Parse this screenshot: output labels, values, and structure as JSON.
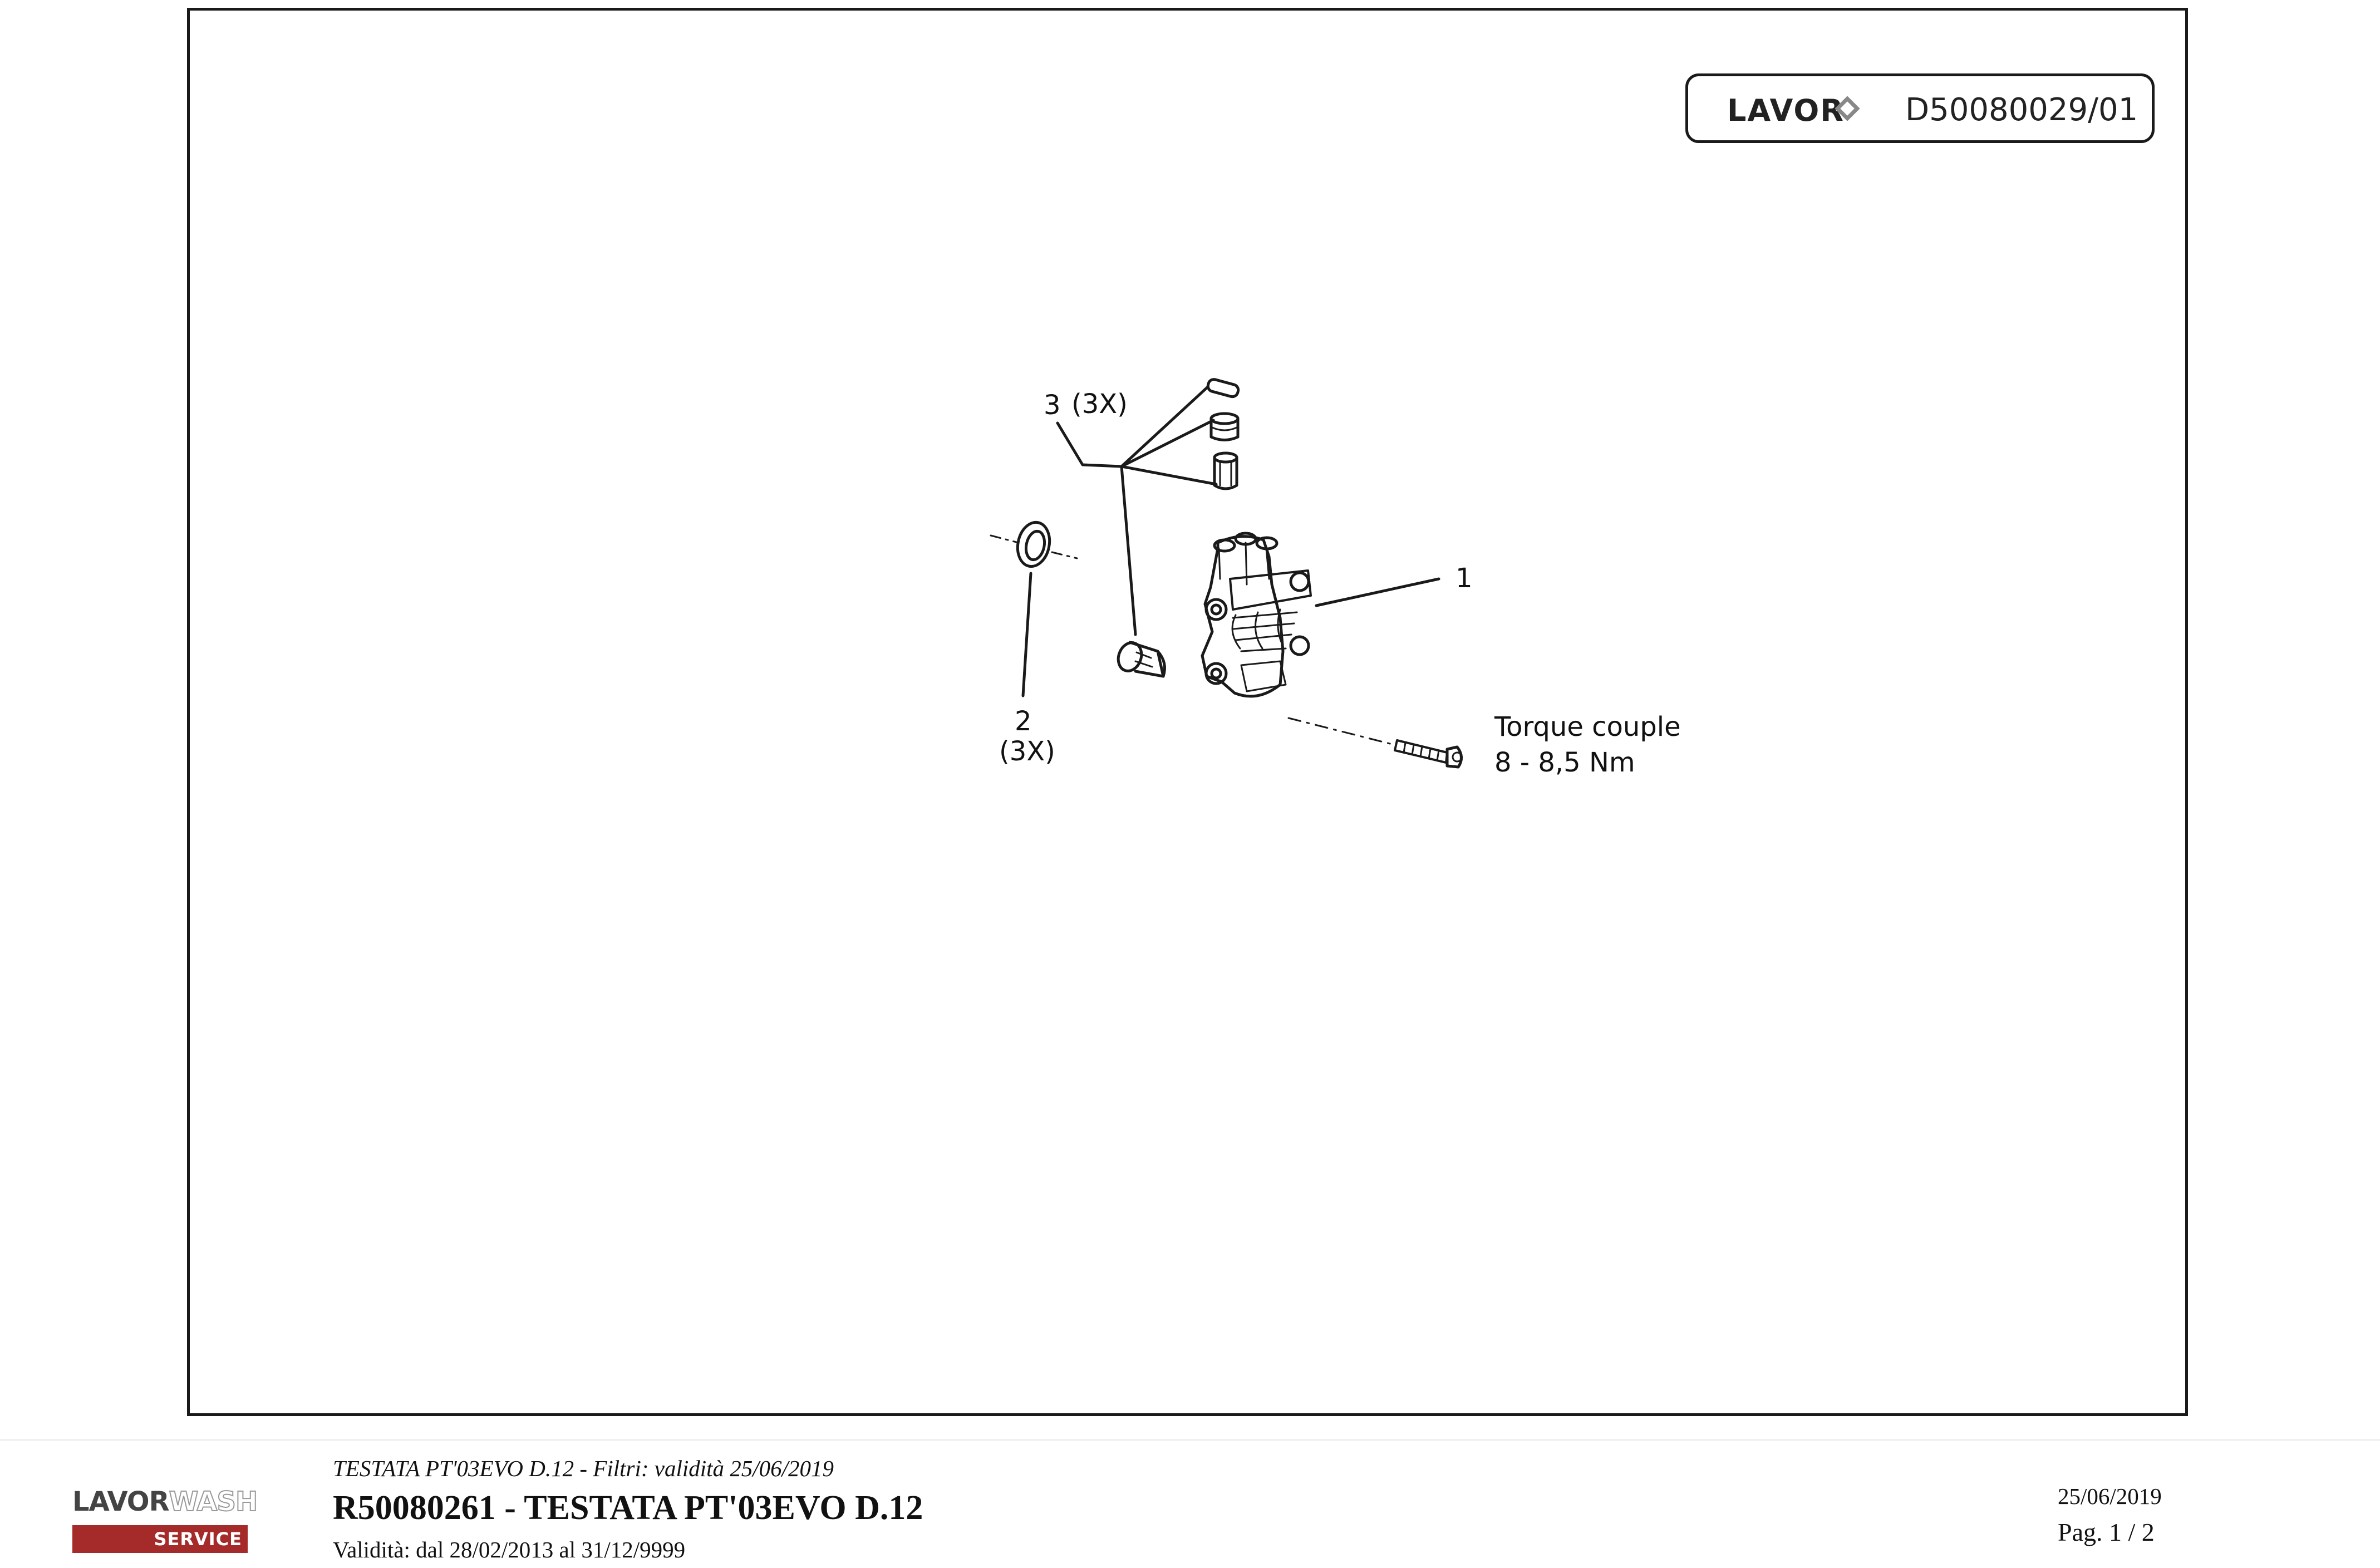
{
  "title_block": {
    "brand_logo": "LAVOR",
    "drawing_code": "D50080029/01"
  },
  "diagram": {
    "callouts": [
      {
        "number": "1"
      },
      {
        "number": "2",
        "quantity": "(3X)"
      },
      {
        "number": "3",
        "quantity": "(3X)"
      }
    ],
    "torque_note": {
      "line1": "Torque couple",
      "line2": "8 - 8,5 Nm"
    }
  },
  "footer": {
    "logo_dark": "LAVOR",
    "logo_light": "WASH",
    "logo_band": "SERVICE",
    "filter_line": "TESTATA PT'03EVO D.12 - Filtri: validità 25/06/2019",
    "title": "R50080261 - TESTATA PT'03EVO D.12",
    "validity": "Validità: dal 28/02/2013 al 31/12/9999",
    "date": "25/06/2019",
    "page": "Pag. 1 / 2"
  },
  "colors": {
    "frame": "#1a1a1a",
    "logo_band": "#a52a2a"
  }
}
